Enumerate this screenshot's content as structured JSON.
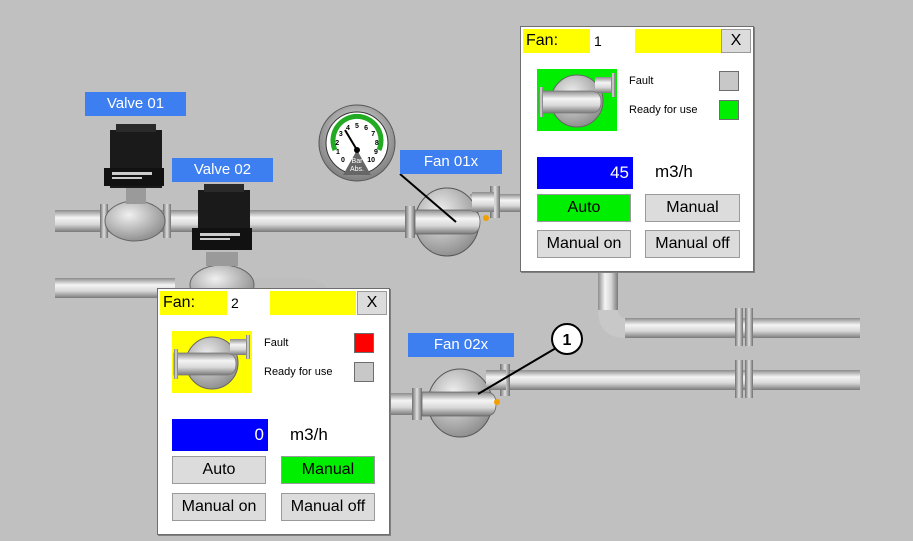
{
  "tags": {
    "valve1": "Valve 01",
    "valve2": "Valve 02",
    "fan1": "Fan 01x",
    "fan2": "Fan 02x"
  },
  "callout": "1",
  "gauge": {
    "scale": [
      "0",
      "1",
      "2",
      "3",
      "4",
      "5",
      "6",
      "7",
      "8",
      "9",
      "10"
    ],
    "unit_top": "Bar",
    "unit_bottom": "Abs."
  },
  "faceplates": [
    {
      "title": "Fan:",
      "value": "1",
      "close": "X",
      "icon_color": "#00ee00",
      "fault_label": "Fault",
      "fault_color": "#c8c8c8",
      "ready_label": "Ready for use",
      "ready_color": "#00ee00",
      "flow": "45",
      "unit": "m3/h",
      "btn_auto": "Auto",
      "btn_manual": "Manual",
      "btn_manual_on": "Manual on",
      "btn_manual_off": "Manual off",
      "active": "auto"
    },
    {
      "title": "Fan:",
      "value": "2",
      "close": "X",
      "icon_color": "#ffff00",
      "fault_label": "Fault",
      "fault_color": "#ff0000",
      "ready_label": "Ready for use",
      "ready_color": "#c8c8c8",
      "flow": "0",
      "unit": "m3/h",
      "btn_auto": "Auto",
      "btn_manual": "Manual",
      "btn_manual_on": "Manual on",
      "btn_manual_off": "Manual off",
      "active": "manual"
    }
  ]
}
